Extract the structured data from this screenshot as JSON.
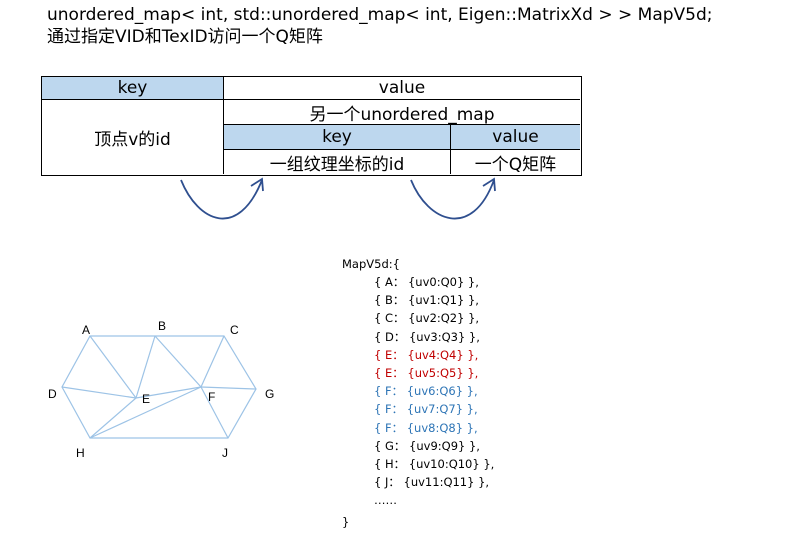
{
  "header": {
    "line1": "unordered_map< int, std::unordered_map< int, Eigen::MatrixXd > > MapV5d;",
    "line2": "通过指定VID和TexID访问一个Q矩阵"
  },
  "table": {
    "key_header": "key",
    "value_header": "value",
    "outer_key": "顶点v的id",
    "inner_map": "另一个unordered_map",
    "inner_key_header": "key",
    "inner_value_header": "value",
    "inner_key": "一组纹理坐标的id",
    "inner_value": "一个Q矩阵"
  },
  "mesh": {
    "vertices": [
      "A",
      "B",
      "C",
      "D",
      "E",
      "F",
      "G",
      "H",
      "J"
    ],
    "edge_color": "#9dc3e6"
  },
  "code": {
    "open": "MapV5d:{",
    "lines": [
      {
        "text": "{ A： {uv0:Q0} },",
        "color": "black"
      },
      {
        "text": "{ B： {uv1:Q1} },",
        "color": "black"
      },
      {
        "text": "{ C： {uv2:Q2} },",
        "color": "black"
      },
      {
        "text": "{ D： {uv3:Q3} },",
        "color": "black"
      },
      {
        "text": "{ E： {uv4:Q4} },",
        "color": "red"
      },
      {
        "text": "{ E： {uv5:Q5} },",
        "color": "red"
      },
      {
        "text": "{ F： {uv6:Q6} },",
        "color": "blue"
      },
      {
        "text": "{ F： {uv7:Q7} },",
        "color": "blue"
      },
      {
        "text": "{ F： {uv8:Q8} },",
        "color": "blue"
      },
      {
        "text": "{ G： {uv9:Q9} },",
        "color": "black"
      },
      {
        "text": "{ H： {uv10:Q10} },",
        "color": "black"
      },
      {
        "text": "{ J： {uv11:Q11} },",
        "color": "black"
      },
      {
        "text": "……",
        "color": "black"
      }
    ],
    "close": "}"
  }
}
